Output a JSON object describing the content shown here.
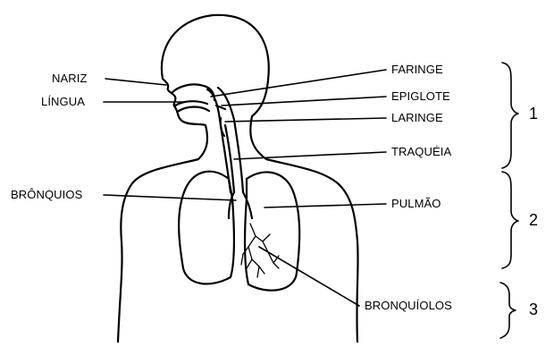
{
  "labels": {
    "nariz": "NARIZ",
    "lingua": "LÍNGUA",
    "bronquios": "BRÔNQUIOS",
    "faringe": "FARINGE",
    "epiglote": "EPIGLOTE",
    "laringe": "LARINGE",
    "traqueia": "TRAQUÉIA",
    "pulmao": "PULMÃO",
    "bronquiolos": "BRONQUÍOLOS"
  },
  "groups": {
    "g1": "1",
    "g2": "2",
    "g3": "3"
  }
}
